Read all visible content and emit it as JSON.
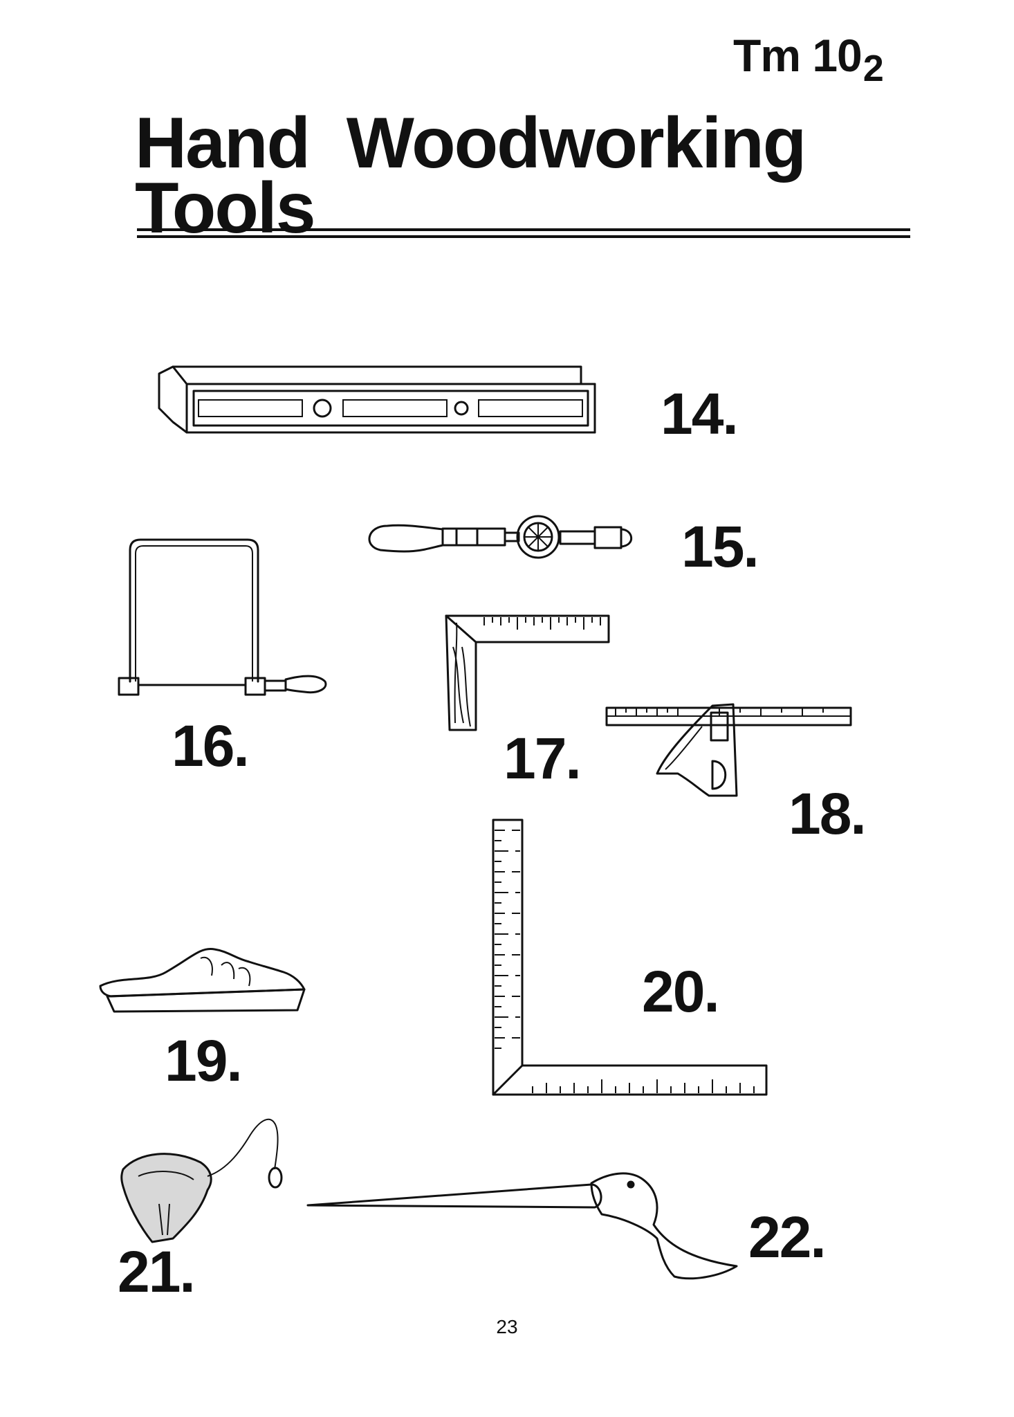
{
  "header": {
    "code": "Tm 10",
    "code_sub": "2"
  },
  "title": {
    "line1": "Hand  Woodworking",
    "line2": "Tools"
  },
  "items": [
    {
      "label": "14."
    },
    {
      "label": "15."
    },
    {
      "label": "16."
    },
    {
      "label": "17."
    },
    {
      "label": "18."
    },
    {
      "label": "19."
    },
    {
      "label": "20."
    },
    {
      "label": "21."
    },
    {
      "label": "22."
    }
  ],
  "footer": {
    "page_number": "23"
  }
}
